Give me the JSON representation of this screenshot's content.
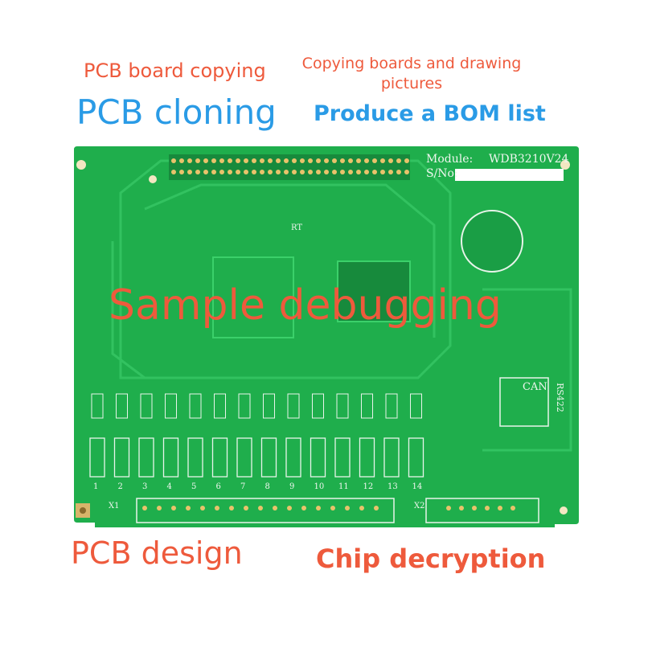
{
  "overlay": {
    "pcb_board_copying": "PCB board copying",
    "pcb_cloning": "PCB cloning",
    "copying_boards": "Copying boards and drawing",
    "copying_boards_2": "pictures",
    "bom_list": "Produce a BOM list",
    "sample_debugging": "Sample debugging",
    "pcb_design": "PCB design",
    "chip_decryption": "Chip decryption"
  },
  "board": {
    "module_label": "Module:",
    "module_value": "WDB3210V24",
    "sn_label": "S/No:",
    "rt_label": "RT",
    "can_label": "CAN",
    "rs422_label": "RS422",
    "x1_label": "X1",
    "x2_label": "X2",
    "relay_numbers": [
      "1",
      "2",
      "3",
      "4",
      "5",
      "6",
      "7",
      "8",
      "9",
      "10",
      "11",
      "12",
      "13",
      "14"
    ]
  },
  "colors": {
    "board": "#1fae4c",
    "trace": "#2cc45c",
    "overlay_red": "#ee5a3c",
    "overlay_blue": "#2a9be6"
  }
}
